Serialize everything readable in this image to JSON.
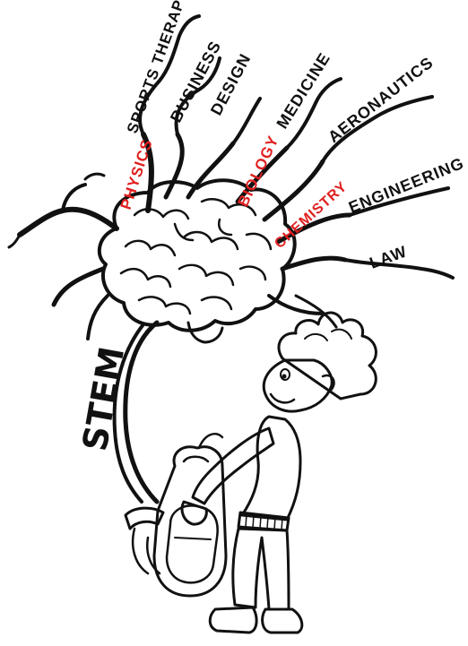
{
  "colors": {
    "ink": "#111111",
    "accent": "#e02020",
    "background": "#ffffff"
  },
  "stem_label": "STEM",
  "career_labels": [
    {
      "id": "sports-therapy",
      "text": "SPORTS THERAPY",
      "color": "#111111"
    },
    {
      "id": "business",
      "text": "BUSINESS",
      "color": "#111111"
    },
    {
      "id": "design",
      "text": "DESIGN",
      "color": "#111111"
    },
    {
      "id": "medicine",
      "text": "MEDICINE",
      "color": "#111111"
    },
    {
      "id": "aeronautics",
      "text": "AERONAUTICS",
      "color": "#111111"
    },
    {
      "id": "engineering",
      "text": "ENGINEERING",
      "color": "#111111"
    },
    {
      "id": "law",
      "text": "LAW",
      "color": "#111111"
    }
  ],
  "subject_labels": [
    {
      "id": "physics",
      "text": "PHYSICS",
      "color": "#e02020"
    },
    {
      "id": "biology",
      "text": "BIOLOGY",
      "color": "#e02020"
    },
    {
      "id": "chemistry",
      "text": "CHEMISTRY",
      "color": "#e02020"
    }
  ],
  "figures": {
    "brain": "brain-illustration",
    "child": "child-with-backpack-illustration",
    "backpack": "backpack-illustration"
  }
}
